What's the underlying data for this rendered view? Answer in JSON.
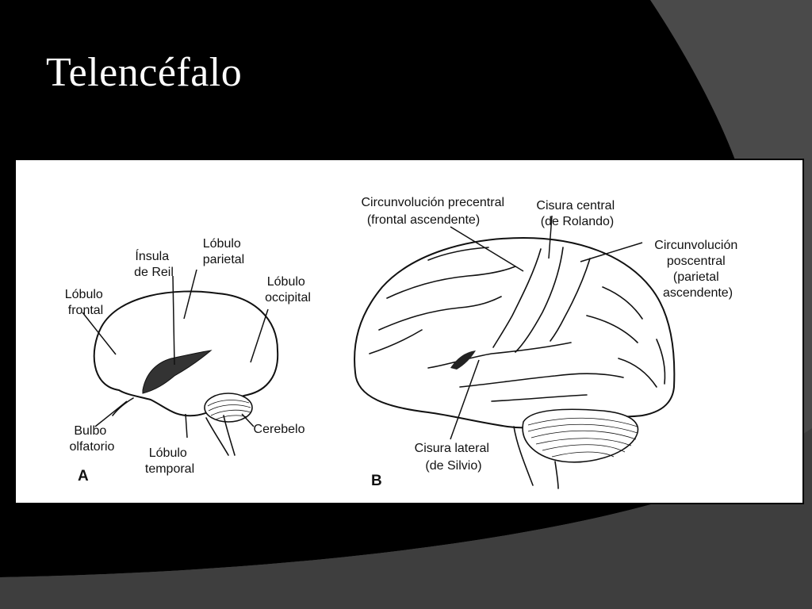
{
  "slide": {
    "title": "Telencéfalo"
  },
  "figure": {
    "panel_a": {
      "letter": "A",
      "labels": {
        "insula": [
          "Ínsula",
          "de Reil"
        ],
        "parietal": [
          "Lóbulo",
          "parietal"
        ],
        "frontal": [
          "Lóbulo",
          "frontal"
        ],
        "occipital": [
          "Lóbulo",
          "occipital"
        ],
        "olfactory": [
          "Bulbo",
          "olfatorio"
        ],
        "temporal": [
          "Lóbulo",
          "temporal"
        ],
        "cerebellum": [
          "Cerebelo"
        ]
      }
    },
    "panel_b": {
      "letter": "B",
      "labels": {
        "precentral": [
          "Circunvolución precentral",
          "(frontal ascendente)"
        ],
        "central_sulcus": [
          "Cisura central",
          "(de Rolando)"
        ],
        "postcentral": [
          "Circunvolución",
          "poscentral",
          "(parietal",
          "ascendente)"
        ],
        "lateral_sulcus": [
          "Cisura lateral",
          "(de Silvio)"
        ]
      }
    }
  }
}
